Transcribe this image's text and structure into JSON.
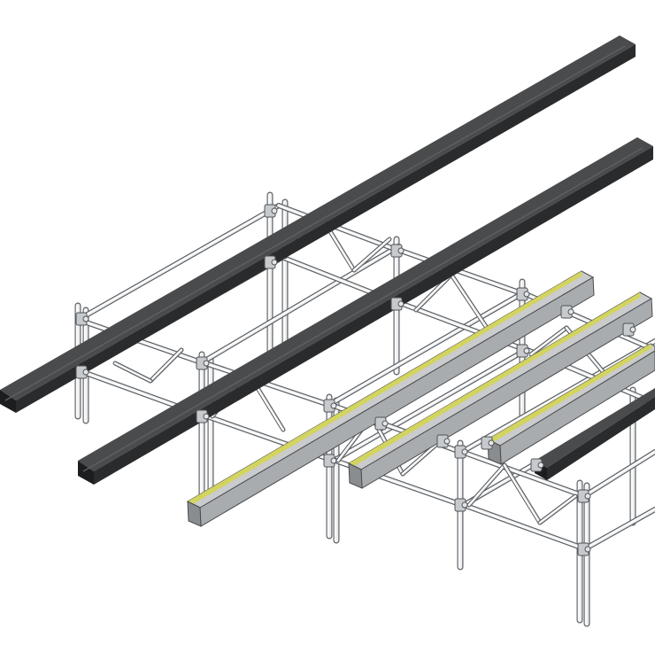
{
  "scene": {
    "description_label": "",
    "colors": {
      "background": "#ffffff",
      "tube": "#d8dbde",
      "tube_outline": "#5c5f63",
      "steel_beam": "#3a3b3d",
      "steel_beam_dark": "#242526",
      "timber_beam": "#b9bcbf",
      "timber_beam_stripe": "#c8c95a"
    },
    "objects": {
      "steel_beams": 3,
      "timber_beams": 3,
      "truss_frames": 3
    }
  }
}
